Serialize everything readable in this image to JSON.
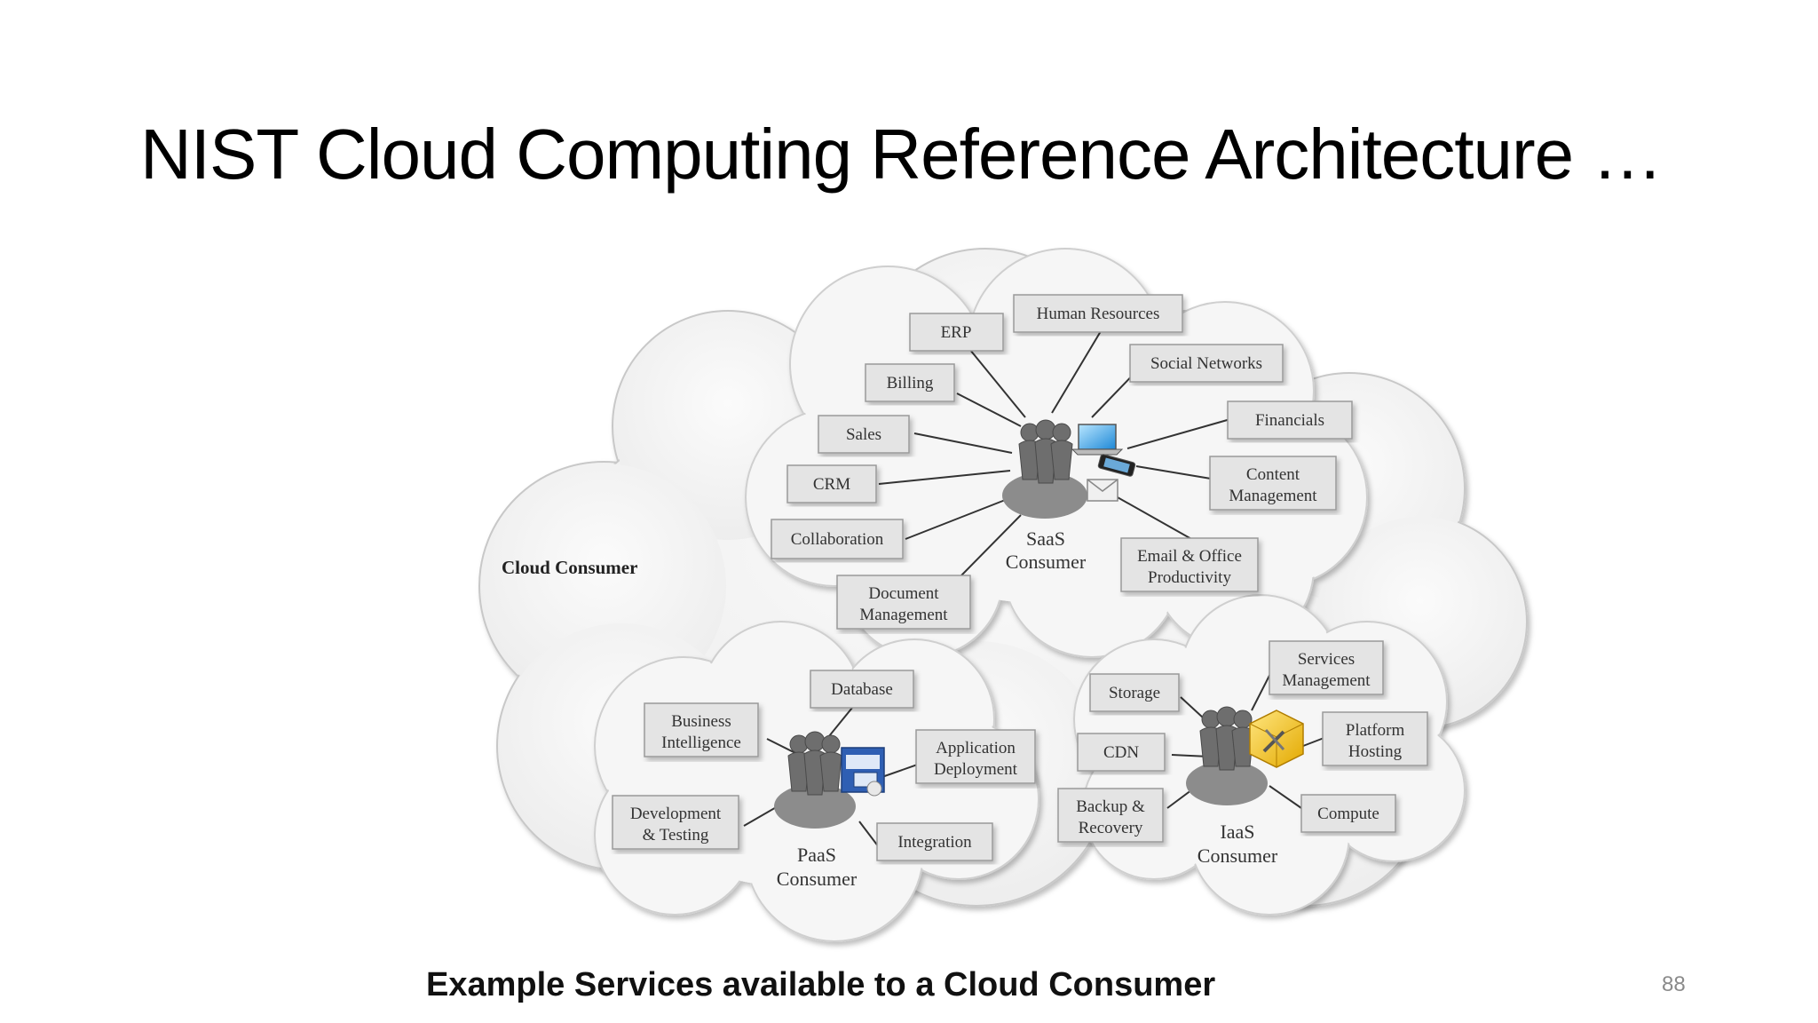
{
  "slide": {
    "title": "NIST Cloud Computing Reference Architecture …",
    "caption": "Example Services available to a Cloud Consumer",
    "page_number": "88"
  },
  "diagram": {
    "cloud_consumer_label": "Cloud Consumer",
    "saas": {
      "consumer_line1": "SaaS",
      "consumer_line2": "Consumer",
      "services": {
        "erp": "ERP",
        "human_resources": "Human Resources",
        "billing": "Billing",
        "social_networks": "Social Networks",
        "sales": "Sales",
        "financials": "Financials",
        "crm": "CRM",
        "content_management_1": "Content",
        "content_management_2": "Management",
        "collaboration": "Collaboration",
        "email_office_1": "Email & Office",
        "email_office_2": "Productivity",
        "document_management_1": "Document",
        "document_management_2": "Management"
      }
    },
    "paas": {
      "consumer_line1": "PaaS",
      "consumer_line2": "Consumer",
      "services": {
        "database": "Database",
        "business_intelligence_1": "Business",
        "business_intelligence_2": "Intelligence",
        "application_deployment_1": "Application",
        "application_deployment_2": "Deployment",
        "development_testing_1": "Development",
        "development_testing_2": "& Testing",
        "integration": "Integration"
      }
    },
    "iaas": {
      "consumer_line1": "IaaS",
      "consumer_line2": "Consumer",
      "services": {
        "storage": "Storage",
        "services_management_1": "Services",
        "services_management_2": "Management",
        "cdn": "CDN",
        "platform_hosting_1": "Platform",
        "platform_hosting_2": "Hosting",
        "backup_recovery_1": "Backup &",
        "backup_recovery_2": "Recovery",
        "compute": "Compute"
      }
    }
  },
  "colors": {
    "cloud_fill": "#f2f2f2",
    "cloud_stroke": "#c4c4c4",
    "box_fill": "#e4e4e4",
    "box_stroke": "#9a9a9a",
    "line": "#333333",
    "figure": "#8c8c8c"
  },
  "icons": {
    "people": "people-group-icon",
    "laptop": "laptop-icon",
    "phone": "smartphone-icon",
    "mail": "envelope-icon",
    "window": "application-window-icon",
    "tools": "tools-cube-icon"
  }
}
